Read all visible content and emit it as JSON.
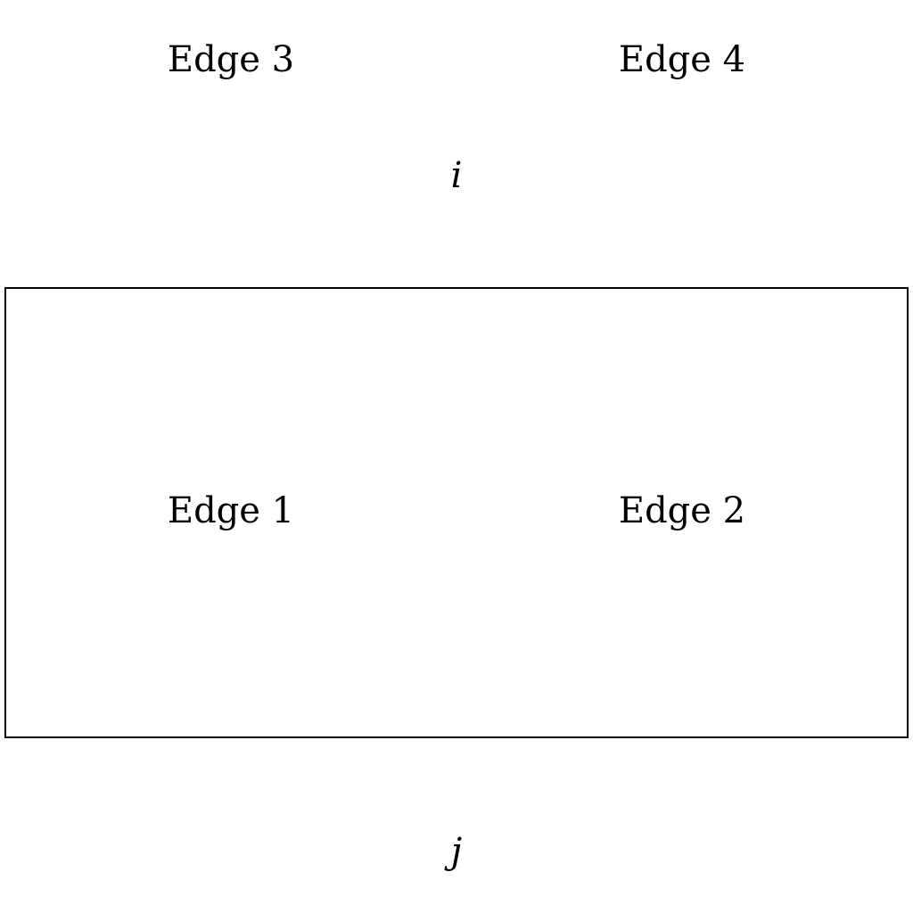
{
  "labels": {
    "edge3": "Edge 3",
    "edge4": "Edge 4",
    "i": "i",
    "edge1": "Edge 1",
    "edge2": "Edge 2",
    "j": "j"
  },
  "colors": {
    "background": "#ffffff",
    "stroke": "#000000",
    "text": "#000000"
  }
}
